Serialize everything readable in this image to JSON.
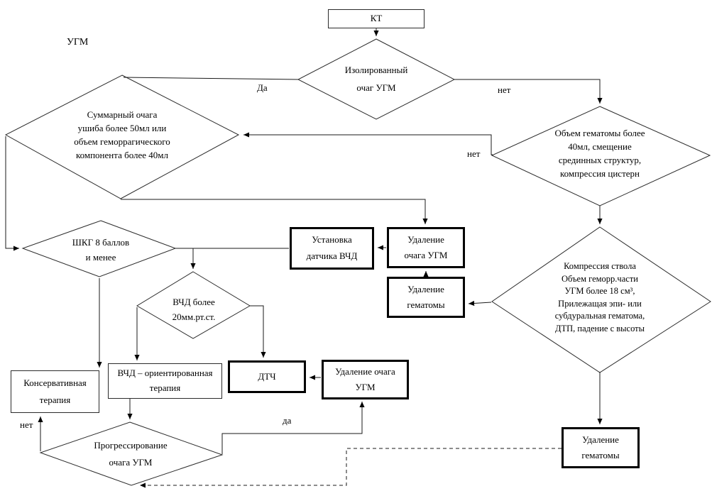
{
  "diagram_title": "УГМ",
  "nodes": {
    "kt": {
      "label": "КТ"
    },
    "isolated": {
      "lines": [
        "Изолированный",
        "очаг УГМ"
      ]
    },
    "summary": {
      "lines": [
        "Суммарный  очага",
        "ушиба более 50мл или",
        "объем геморрагического",
        "компонента более 40мл"
      ]
    },
    "hematoma_volume": {
      "lines": [
        "Объем гематомы более",
        "40мл, смещение",
        "срединных структур,",
        "компрессия цистерн"
      ]
    },
    "brainstem": {
      "lines": [
        "Компрессия ствола",
        "Объем геморр.части",
        "УГМ более 18 см³,",
        "Прилежащая эпи- или",
        "субдуральная гематома,",
        "ДТП, падение с высоты"
      ]
    },
    "gcs": {
      "lines": [
        "ШКГ 8 баллов",
        "и менее"
      ]
    },
    "icp_high": {
      "lines": [
        "ВЧД более",
        "20мм.рт.ст."
      ]
    },
    "icp_sensor": {
      "lines": [
        "Установка",
        "датчика ВЧД"
      ]
    },
    "remove_ugm_mid": {
      "lines": [
        "Удаление",
        "очага УГМ"
      ]
    },
    "remove_hematoma_mid": {
      "lines": [
        "Удаление",
        "гематомы"
      ]
    },
    "conservative": {
      "lines": [
        "Консервативная",
        "терапия"
      ]
    },
    "icp_therapy": {
      "lines": [
        "ВЧД – ориентированная",
        "терапия"
      ]
    },
    "dtch": {
      "label": "ДТЧ"
    },
    "remove_ugm_bottom": {
      "lines": [
        "Удаление очага",
        "УГМ"
      ]
    },
    "remove_hematoma_bottom": {
      "lines": [
        "Удаление",
        "гематомы"
      ]
    },
    "progression": {
      "lines": [
        "Прогрессирование",
        "очага УГМ"
      ]
    }
  },
  "edge_labels": {
    "da_top": "Да",
    "net_top": "нет",
    "net_mid": "нет",
    "net_bottom": "нет",
    "da_bottom": "да"
  },
  "colors": {
    "background": "#ffffff",
    "line": "#1a1a1a",
    "node_border": "#000000",
    "text": "#000000"
  }
}
